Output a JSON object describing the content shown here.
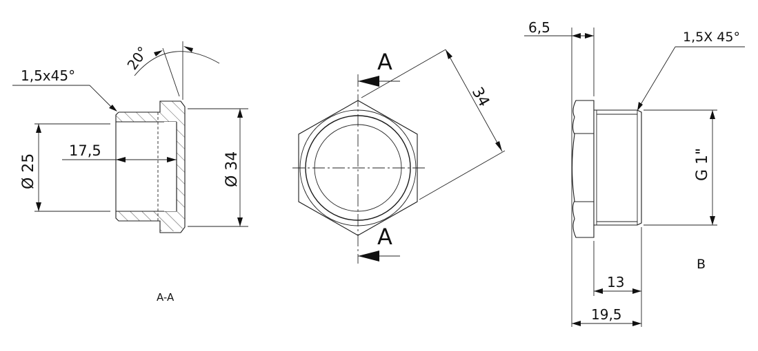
{
  "drawing": {
    "section_view": {
      "label": "A-A",
      "chamfer": "1,5x45°",
      "angle": "20°",
      "inner_diameter": "Ø 25",
      "outer_diameter": "Ø 34",
      "bore_depth": "17,5"
    },
    "front_view": {
      "section_mark_top": "A",
      "section_mark_bottom": "A",
      "across_flats": "34"
    },
    "side_view": {
      "label": "B",
      "hex_thickness": "6,5",
      "chamfer": "1,5X 45°",
      "thread": "G 1\"",
      "thread_length": "13",
      "total_length": "19,5"
    }
  }
}
